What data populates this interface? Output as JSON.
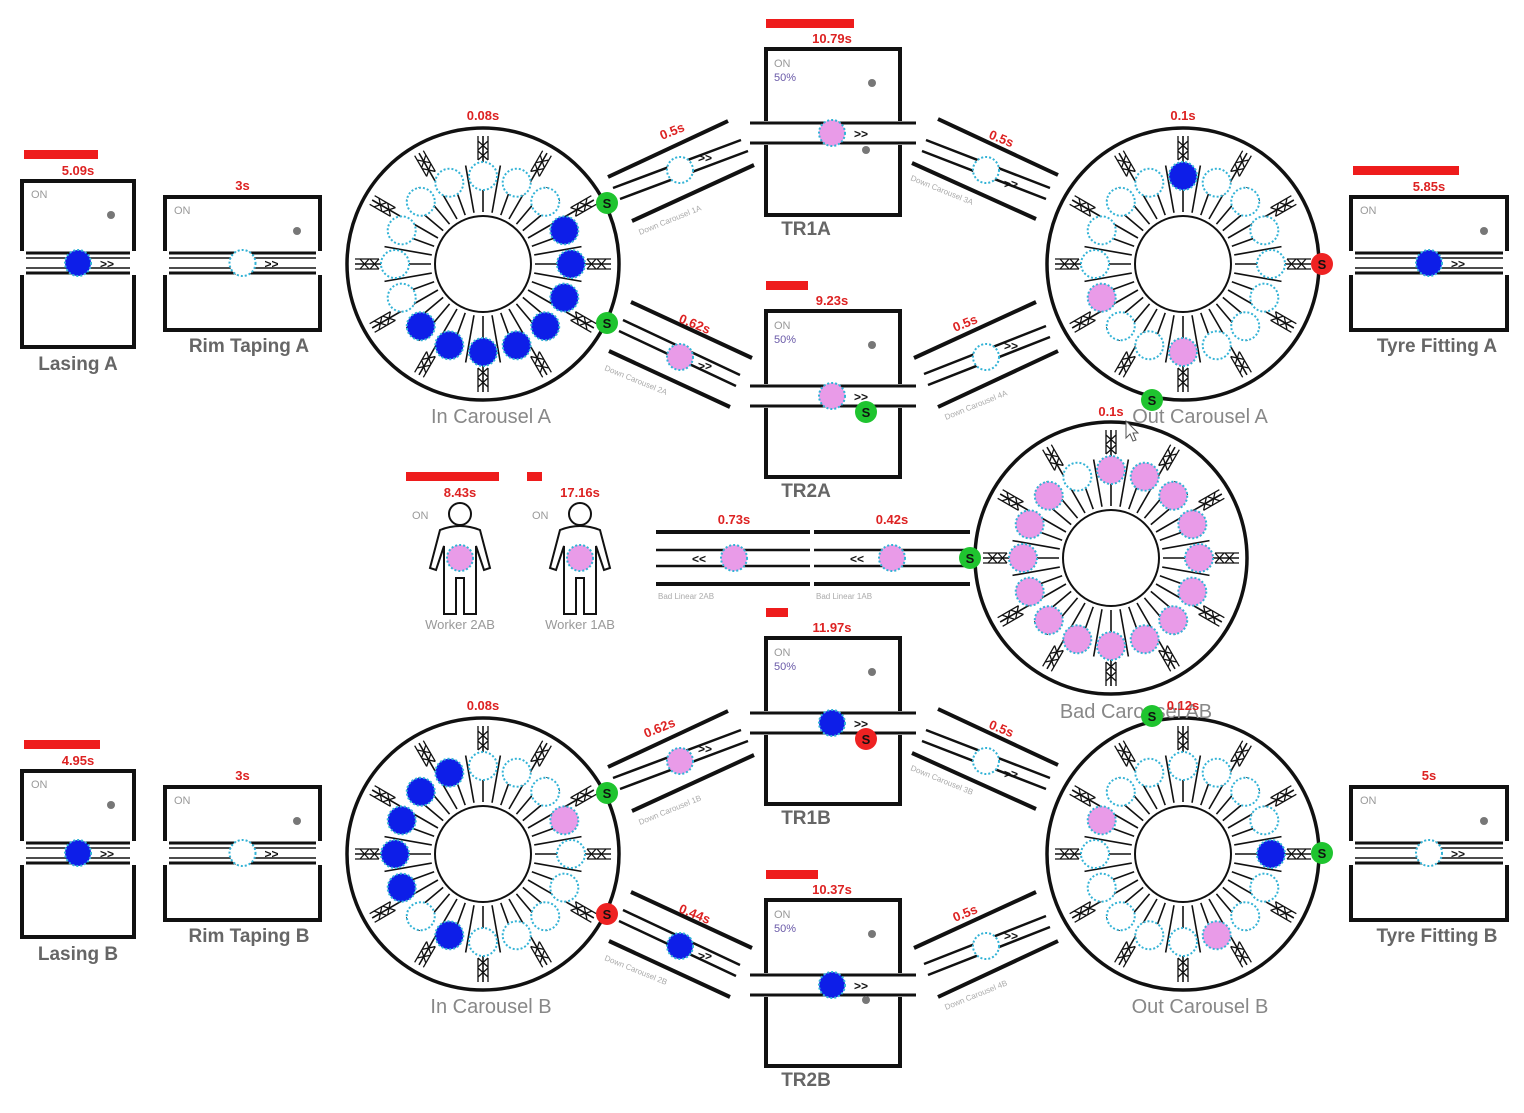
{
  "app": {
    "title": "Wheel Assembly Line Simulation"
  },
  "colors": {
    "timer_bar": "#ee1c1c",
    "timer_text": "#dd2222",
    "item_blue": "#0d1ee8",
    "item_pink": "#e99be8",
    "slot_outline": "#33b3d6",
    "sensor_green": "#1fc42f",
    "sensor_red": "#ee2222",
    "line": "#111111"
  },
  "icons": {
    "sensor": "s-sensor-icon",
    "worker": "worker-icon",
    "forward_arrow": "double-chevron-right-icon",
    "back_arrow": "double-chevron-left-icon",
    "status_dot": "status-dot-icon"
  },
  "stations": {
    "lasing_a": {
      "label": "Lasing A",
      "time": "5.09s",
      "on": "ON",
      "progress": 0.72,
      "item": "blue"
    },
    "rim_taping_a": {
      "label": "Rim Taping A",
      "time": "3s",
      "on": "ON",
      "item": "empty"
    },
    "tyre_fitting_a": {
      "label": "Tyre Fitting A",
      "time": "5.85s",
      "on": "ON",
      "progress": 0.7,
      "item": "blue"
    },
    "lasing_b": {
      "label": "Lasing B",
      "time": "4.95s",
      "on": "ON",
      "progress": 0.7,
      "item": "blue"
    },
    "rim_taping_b": {
      "label": "Rim Taping B",
      "time": "3s",
      "on": "ON",
      "item": "empty"
    },
    "tyre_fitting_b": {
      "label": "Tyre Fitting B",
      "time": "5s",
      "on": "ON",
      "item": "empty"
    }
  },
  "tr_stations": {
    "tr1a": {
      "label": "TR1A",
      "time": "10.79s",
      "on": "ON",
      "pct": "50%",
      "progress": 0.66,
      "item": "pink"
    },
    "tr2a": {
      "label": "TR2A",
      "time": "9.23s",
      "on": "ON",
      "pct": "50%",
      "progress": 0.32,
      "item": "pink",
      "sensor": "green"
    },
    "tr1b": {
      "label": "TR1B",
      "time": "11.97s",
      "on": "ON",
      "pct": "50%",
      "progress": 0.16,
      "item": "blue",
      "sensor": "red"
    },
    "tr2b": {
      "label": "TR2B",
      "time": "10.37s",
      "on": "ON",
      "pct": "50%",
      "progress": 0.4,
      "item": "blue"
    }
  },
  "carousels": {
    "in_a": {
      "label": "In Carousel A",
      "time": "0.08s"
    },
    "out_a": {
      "label": "Out Carousel A",
      "time": "0.1s"
    },
    "bad": {
      "label": "Bad Carousel AB",
      "time": "0.1s"
    },
    "in_b": {
      "label": "In Carousel B",
      "time": "0.08s"
    },
    "out_b": {
      "label": "Out Carousel B",
      "time": "0.12s"
    }
  },
  "conveyors": {
    "dc1a": {
      "label": "Down Carousel 1A",
      "time": "0.5s"
    },
    "dc2a": {
      "label": "Down Carousel 2A",
      "time": "0.62s"
    },
    "dc3a": {
      "label": "Down Carousel 3A",
      "time": "0.5s"
    },
    "dc4a": {
      "label": "Down Carousel 4A",
      "time": "0.5s"
    },
    "dc1b": {
      "label": "Down Carousel 1B",
      "time": "0.62s"
    },
    "dc2b": {
      "label": "Down Carousel 2B",
      "time": "0.44s"
    },
    "dc3b": {
      "label": "Down Carousel 3B",
      "time": "0.5s"
    },
    "dc4b": {
      "label": "Down Carousel 4B",
      "time": "0.5s"
    }
  },
  "linear": {
    "bl2": {
      "label": "Bad Linear 2AB",
      "time": "0.73s"
    },
    "bl1": {
      "label": "Bad Linear 1AB",
      "time": "0.42s"
    }
  },
  "workers": {
    "w2": {
      "label": "Worker 2AB",
      "time": "8.43s",
      "on": "ON",
      "progress": 0.9
    },
    "w1": {
      "label": "Worker 1AB",
      "time": "17.16s",
      "on": "ON",
      "progress": 0.14
    }
  },
  "sensor_letter": "S"
}
